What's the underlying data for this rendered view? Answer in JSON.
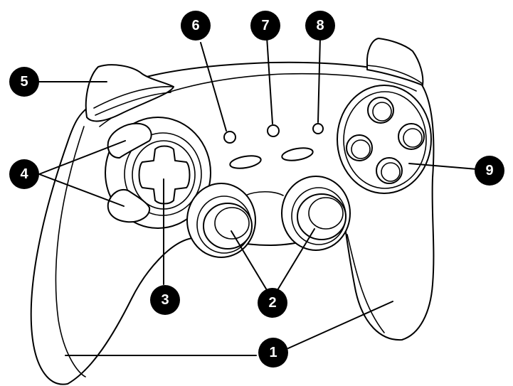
{
  "diagram": {
    "callouts": [
      {
        "id": "c1",
        "label": "1"
      },
      {
        "id": "c2",
        "label": "2"
      },
      {
        "id": "c3",
        "label": "3"
      },
      {
        "id": "c4",
        "label": "4"
      },
      {
        "id": "c5",
        "label": "5"
      },
      {
        "id": "c6",
        "label": "6"
      },
      {
        "id": "c7",
        "label": "7"
      },
      {
        "id": "c8",
        "label": "8"
      },
      {
        "id": "c9",
        "label": "9"
      }
    ]
  },
  "colors": {
    "line": "#000000",
    "badge": "#000000",
    "badge_text": "#ffffff",
    "background": "#ffffff"
  }
}
